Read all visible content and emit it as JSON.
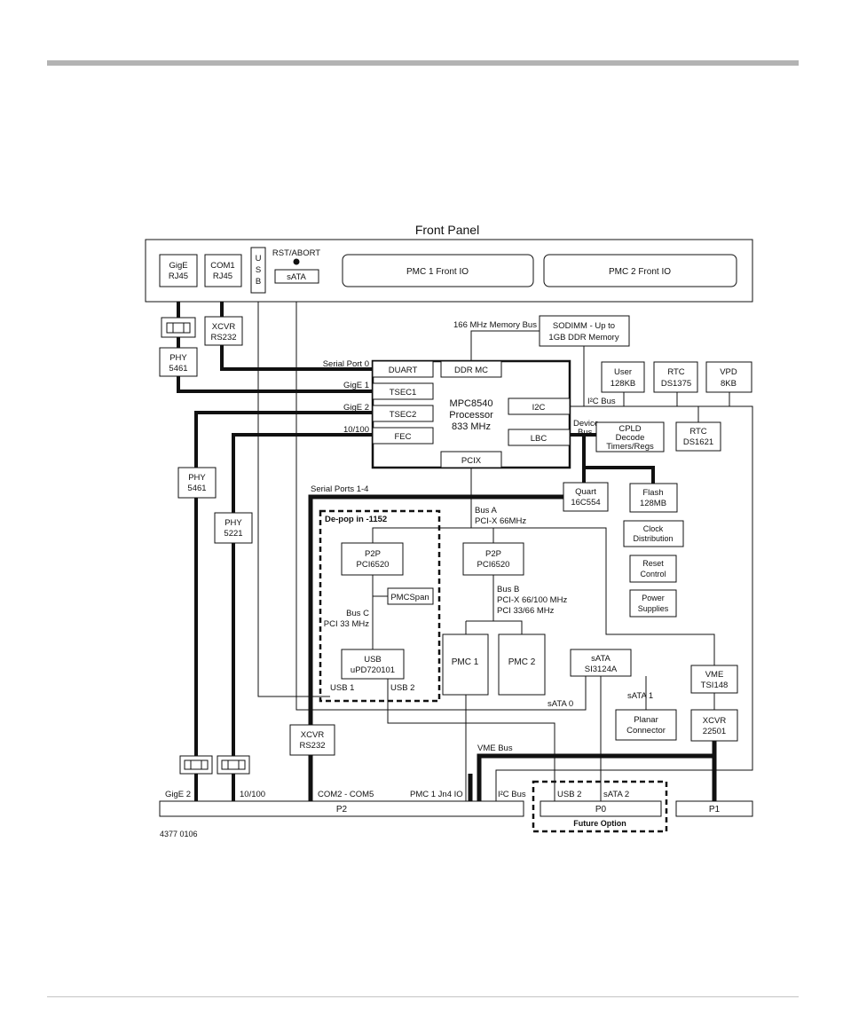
{
  "front_panel": {
    "title": "Front Panel",
    "gige_rj45": [
      "GigE",
      "RJ45"
    ],
    "com1_rj45": [
      "COM1",
      "RJ45"
    ],
    "usb_vertical": [
      "U",
      "S",
      "B"
    ],
    "rst_abort": "RST/ABORT",
    "sata": "sATA",
    "pmc1_front_io": "PMC 1 Front IO",
    "pmc2_front_io": "PMC 2 Front IO"
  },
  "blocks": {
    "xcvr_rs232_top": [
      "XCVR",
      "RS232"
    ],
    "phy_5461_top": [
      "PHY",
      "5461"
    ],
    "sodimm": [
      "SODIMM - Up to",
      "1GB DDR Memory"
    ],
    "memory_bus": "166 MHz Memory Bus",
    "user_flash": [
      "User",
      "128KB"
    ],
    "rtc_ds1375": [
      "RTC",
      "DS1375"
    ],
    "vpd": [
      "VPD",
      "8KB"
    ],
    "i2c_bus_top": "I²C Bus",
    "processor": [
      "MPC8540",
      "Processor",
      "833 MHz"
    ],
    "duart": "DUART",
    "ddr_mc": "DDR MC",
    "tsec1": "TSEC1",
    "tsec2": "TSEC2",
    "fec": "FEC",
    "i2c": "I2C",
    "lbc": "LBC",
    "pcix": "PCIX",
    "serial_port_0": "Serial Port 0",
    "gige_1": "GigE 1",
    "gige_2_label": "GigE 2",
    "tenhundred_label": "10/100",
    "device_bus": [
      "Device",
      "Bus"
    ],
    "cpld": [
      "CPLD",
      "Decode",
      "Timers/Regs"
    ],
    "rtc_ds1621": [
      "RTC",
      "DS1621"
    ],
    "quart": [
      "Quart",
      "16C554"
    ],
    "flash": [
      "Flash",
      "128MB"
    ],
    "clock": [
      "Clock",
      "Distribution"
    ],
    "reset": [
      "Reset",
      "Control"
    ],
    "power": [
      "Power",
      "Supplies"
    ],
    "phy_5461_left": [
      "PHY",
      "5461"
    ],
    "phy_5221": [
      "PHY",
      "5221"
    ],
    "serial_ports_1_4": "Serial Ports 1-4",
    "bus_a": [
      "Bus A",
      "PCI-X 66MHz"
    ],
    "depop": "De-pop in -1152",
    "p2p_left": [
      "P2P",
      "PCI6520"
    ],
    "p2p_right": [
      "P2P",
      "PCI6520"
    ],
    "pmcspan": "PMCSpan",
    "bus_c": [
      "Bus C",
      "PCI 33 MHz"
    ],
    "bus_b": [
      "Bus B",
      "PCI-X 66/100 MHz",
      "PCI 33/66 MHz"
    ],
    "usb_chip": [
      "USB",
      "uPD720101"
    ],
    "usb1": "USB 1",
    "usb2": "USB 2",
    "pmc1": "PMC 1",
    "pmc2": "PMC 2",
    "sata_chip": [
      "sATA",
      "SI3124A"
    ],
    "sata_1": "sATA 1",
    "sata_0": "sATA 0",
    "planar": [
      "Planar",
      "Connector"
    ],
    "vme_tsi": [
      "VME",
      "TSI148"
    ],
    "xcvr_22501": [
      "XCVR",
      "22501"
    ],
    "xcvr_rs232_bottom": [
      "XCVR",
      "RS232"
    ],
    "vme_bus": "VME Bus"
  },
  "bottom": {
    "gige2": "GigE 2",
    "tenhundred": "10/100",
    "com2_com5": "COM2 - COM5",
    "pmc1_jn4": "PMC 1 Jn4 IO",
    "i2c_bus": "I²C Bus",
    "usb2": "USB 2",
    "sata2": "sATA 2",
    "p2": "P2",
    "p0": "P0",
    "p1": "P1",
    "future_option": "Future Option",
    "figure_id": "4377 0106"
  }
}
